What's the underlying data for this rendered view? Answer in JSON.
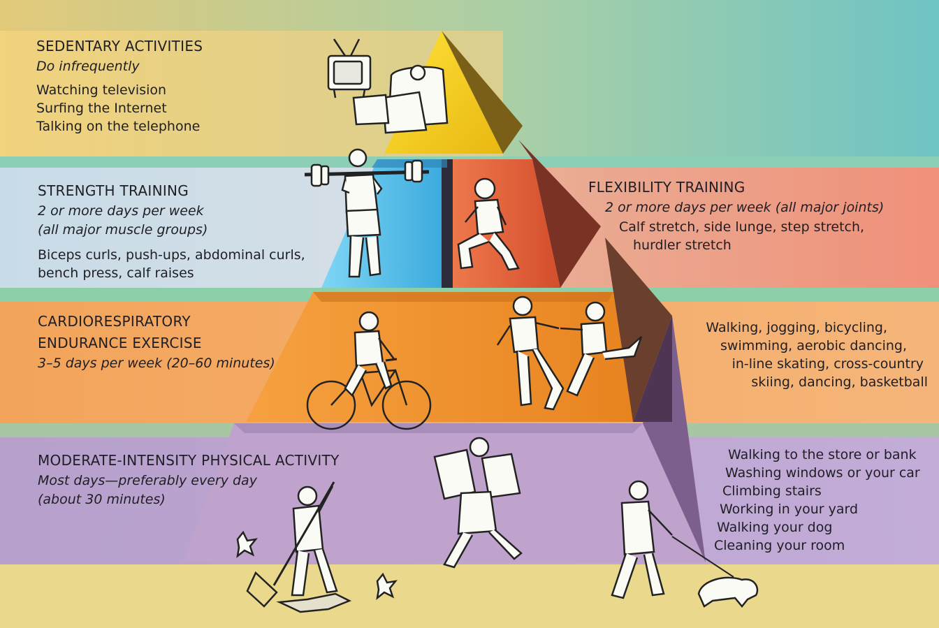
{
  "tiers": {
    "sedentary": {
      "title": "SEDENTARY ACTIVITIES",
      "frequency": "Do infrequently",
      "examples": [
        "Watching television",
        "Surfing the Internet",
        "Talking on the telephone"
      ]
    },
    "strength": {
      "title": "STRENGTH TRAINING",
      "frequency": [
        "2 or more days per week",
        "(all major muscle groups)"
      ],
      "examples": [
        "Biceps curls, push-ups, abdominal curls,",
        "bench press, calf raises"
      ]
    },
    "flexibility": {
      "title": "FLEXIBILITY TRAINING",
      "frequency": "2 or more days per week (all major joints)",
      "examples": [
        "Calf stretch, side lunge, step stretch,",
        "hurdler stretch"
      ]
    },
    "cardio": {
      "title": [
        "CARDIORESPIRATORY",
        "ENDURANCE EXERCISE"
      ],
      "frequency": "3–5 days per week (20–60 minutes)",
      "examples": [
        "Walking, jogging, bicycling,",
        "swimming, aerobic dancing,",
        "in-line skating, cross-country",
        "skiing, dancing, basketball"
      ]
    },
    "moderate": {
      "title": "MODERATE-INTENSITY PHYSICAL ACTIVITY",
      "frequency": [
        "Most days—preferably every day",
        "(about 30 minutes)"
      ],
      "examples": [
        "Walking to the store or bank",
        "Washing windows or your car",
        "Climbing stairs",
        "Working in your yard",
        "Walking your dog",
        "Cleaning your room"
      ]
    }
  },
  "illustrations": {
    "sedentary": "person-in-armchair-watching-tv",
    "strength": "person-lifting-barbell",
    "flexibility": "person-doing-lunge",
    "cardio_left": "person-riding-bicycle",
    "cardio_right": "couple-dancing",
    "moderate_left": "person-raking-leaves",
    "moderate_center": "person-carrying-groceries",
    "moderate_right": "person-walking-dog"
  },
  "colors": {
    "sedentary": "#f2d21a",
    "strength": "#5cc4ea",
    "flexibility": "#e8653a",
    "cardio": "#f29a38",
    "moderate": "#b09ac2",
    "background_top": "#7cc6be",
    "ground": "#ecd98c"
  }
}
